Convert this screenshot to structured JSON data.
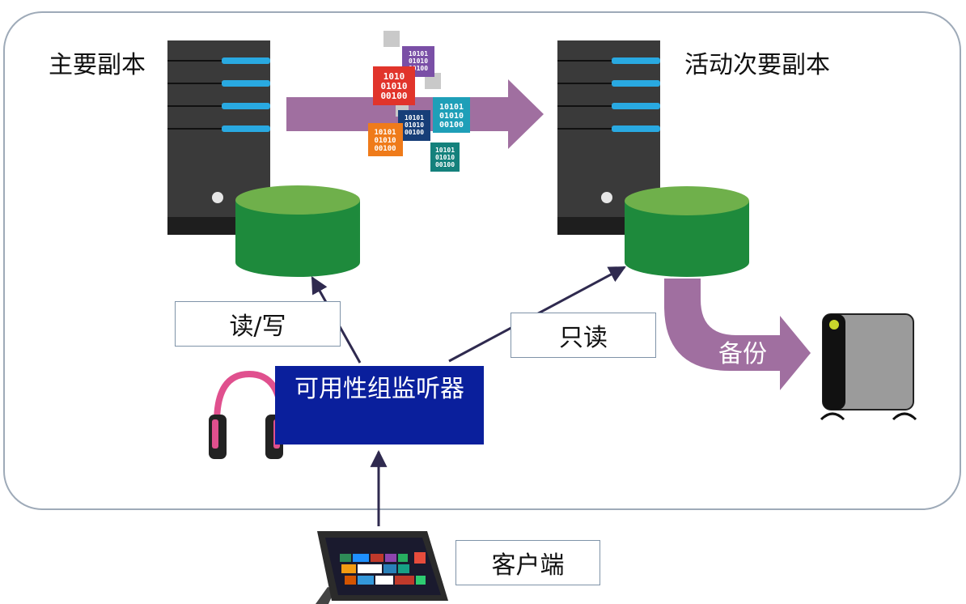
{
  "labels": {
    "primary_replica": "主要副本",
    "secondary_replica": "活动次要副本",
    "read_write": "读/写",
    "read_only": "只读",
    "listener": "可用性组监听器",
    "backup": "备份",
    "client": "客户端"
  },
  "packets": [
    {
      "lines": [
        "10101",
        "01010",
        "00100"
      ],
      "color": "#7a4fa6"
    },
    {
      "lines": [
        "1010",
        "01010",
        "00100"
      ],
      "color": "#e1342b"
    },
    {
      "lines": [
        "10101",
        "01010",
        "00100"
      ],
      "color": "#1e9fb8"
    },
    {
      "lines": [
        "10101",
        "01010",
        "00100"
      ],
      "color": "#173e78"
    },
    {
      "lines": [
        "10101",
        "01010",
        "00100"
      ],
      "color": "#ef7b1a"
    },
    {
      "lines": [
        "10101",
        "01010",
        "00100"
      ],
      "color": "#14817c"
    }
  ],
  "colors": {
    "arrow": "#a06fa0",
    "database": "#1e8a3c",
    "database_top": "#6fb04b",
    "listener": "#0a1f9c",
    "headphones": "#e0508e",
    "server": "#3a3a3a",
    "server_led": "#29a9e1"
  }
}
